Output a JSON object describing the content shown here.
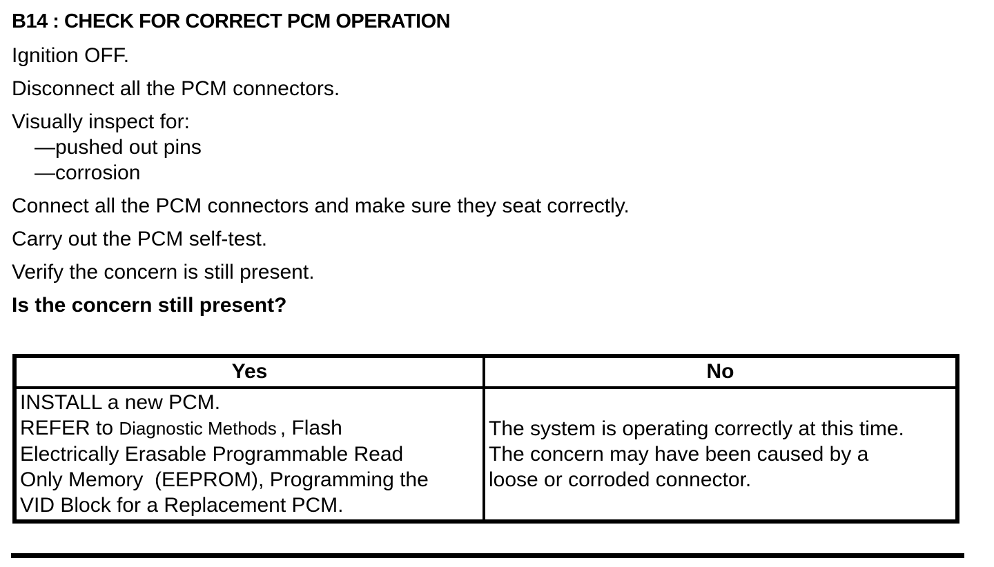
{
  "procedure": {
    "title": "B14 : CHECK FOR CORRECT PCM OPERATION",
    "steps": [
      "Ignition OFF.",
      "Disconnect all the PCM connectors.",
      "Visually inspect for:",
      "Connect all the PCM connectors and make sure they seat correctly.",
      "Carry out the PCM self-test.",
      "Verify the concern is still present."
    ],
    "inspect_subitems": [
      "—pushed out pins",
      "—corrosion"
    ],
    "question": "Is the concern still present?"
  },
  "results_table": {
    "yes_header": "Yes",
    "no_header": "No",
    "yes_cell": {
      "line1": "INSTALL a new PCM.",
      "line2_prefix": "REFER to ",
      "line2_link": "Diagnostic Methods",
      "line2_suffix": ", Flash",
      "line3": "Electrically Erasable Programmable Read",
      "line4": "Only Memory  (EEPROM), Programming the",
      "line5": "VID Block for a Replacement PCM."
    },
    "no_cell": {
      "line1": "The system is operating correctly at this time.",
      "line2": "The concern may have been caused by a",
      "line3": "loose or corroded connector."
    }
  },
  "colors": {
    "ink": "#000000",
    "paper": "#ffffff"
  }
}
